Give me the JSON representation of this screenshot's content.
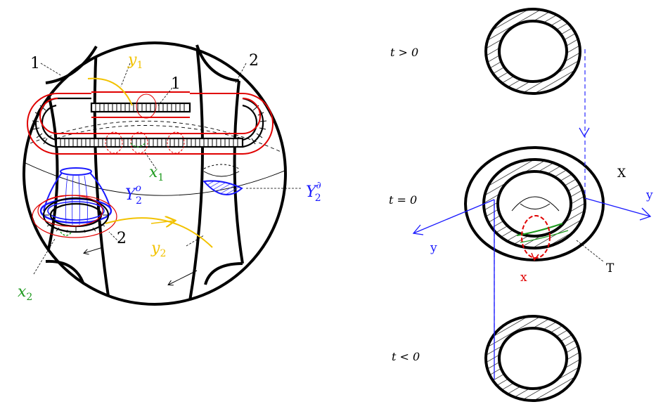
{
  "left_figure": {
    "labels": {
      "one_left": "1",
      "two_right": "2",
      "one_top": "1",
      "two_bottom": "2",
      "y1_var": "y",
      "y1_sub": "1",
      "x1_var": "x",
      "x1_sub": "1",
      "x2_var": "x",
      "x2_sub": "2",
      "y2_var": "y",
      "y2_sub": "2",
      "Y2o_var": "Y",
      "Y2o_sub": "2",
      "Y2o_sup": "o",
      "Y2d_var": "Y",
      "Y2d_sub": "2",
      "Y2d_sup": "∂"
    }
  },
  "right_figure": {
    "labels": {
      "t_pos": "t > 0",
      "t_zero": "t = 0",
      "t_neg": "t < 0",
      "X": "X",
      "T": "T",
      "x": "x",
      "y_left": "y",
      "y_right": "y"
    }
  },
  "colors": {
    "black": "#000000",
    "red": "#e00000",
    "blue": "#1a1aff",
    "green": "#1f9a1f",
    "yellow": "#f2c200",
    "dashed_blue": "#2a2aff"
  }
}
